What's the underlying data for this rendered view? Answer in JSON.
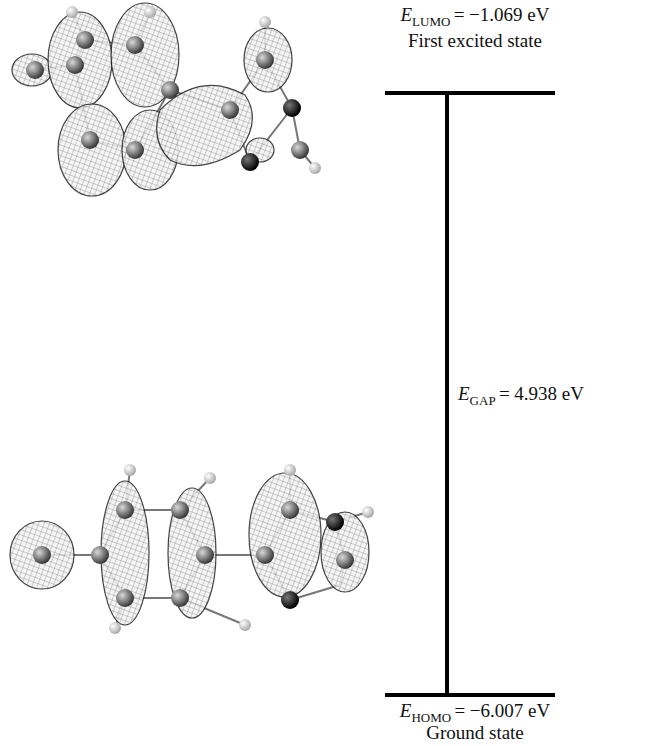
{
  "diagram": {
    "labels": [
      "E",
      "LUMO",
      "= −1.069 eV",
      "First excited state",
      "E",
      "GAP",
      "= 4.938 eV",
      "E",
      "HOMO",
      "= −6.007 eV",
      "Ground state"
    ]
  }
}
